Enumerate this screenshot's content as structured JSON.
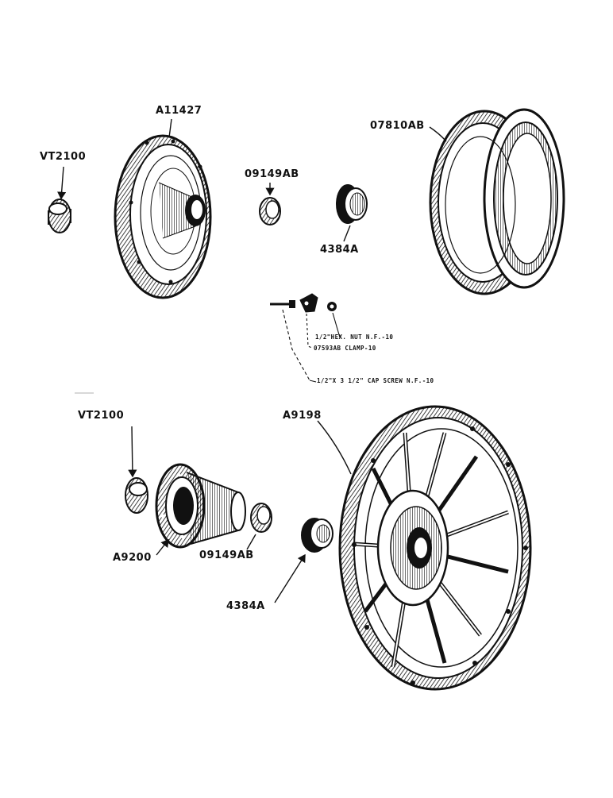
{
  "labels": {
    "vt2100_top": "VT2100",
    "a11427": "A11427",
    "p09149ab_top": "09149AB",
    "p4384a_top": "4384A",
    "p07810ab": "07810AB",
    "hex_nut": "1/2\"HEX. NUT N.F.-10",
    "clamp": "07593AB CLAMP-10",
    "cap_screw": "1/2\"X 3 1/2\" CAP SCREW N.F.-10",
    "vt2100_bottom": "VT2100",
    "a9198": "A9198",
    "a9200": "A9200",
    "p09149ab_bottom": "09149AB",
    "p4384a_bottom": "4384A"
  }
}
